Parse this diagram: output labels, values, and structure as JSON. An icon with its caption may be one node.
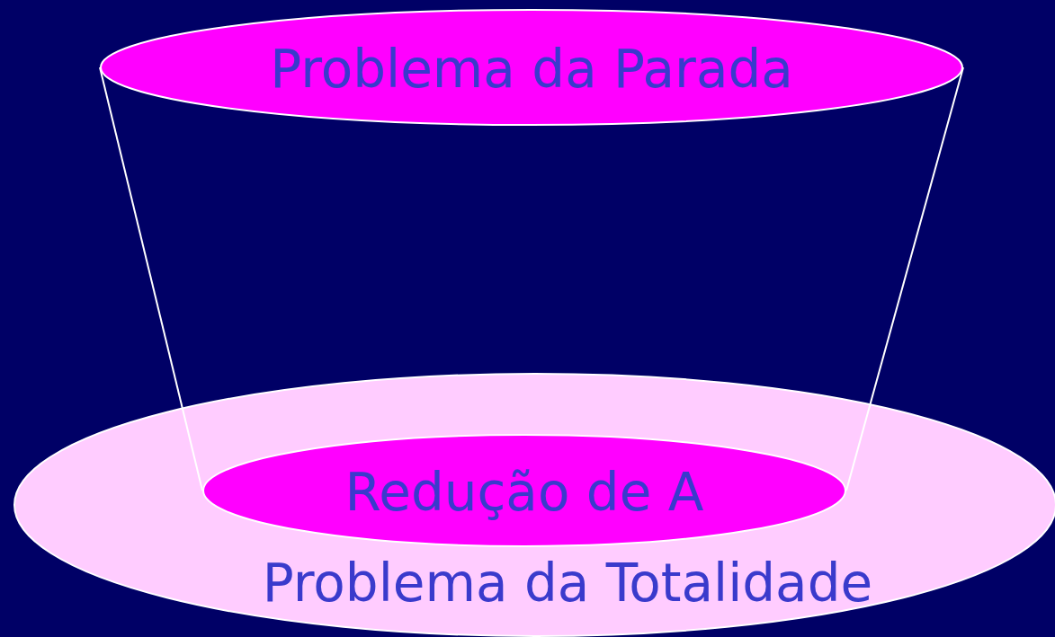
{
  "diagram": {
    "nodes": [
      {
        "text": [
          "Problema da Parada"
        ]
      },
      {
        "text": [
          "Problema da Totalidade"
        ]
      },
      {
        "text": [
          "Redução de A"
        ],
        "in": 1
      }
    ],
    "edges": [
      {
        "from": 0,
        "to": 2,
        "arrow": "none"
      },
      {
        "from": 0,
        "to": 2,
        "arrow": "none"
      }
    ]
  }
}
